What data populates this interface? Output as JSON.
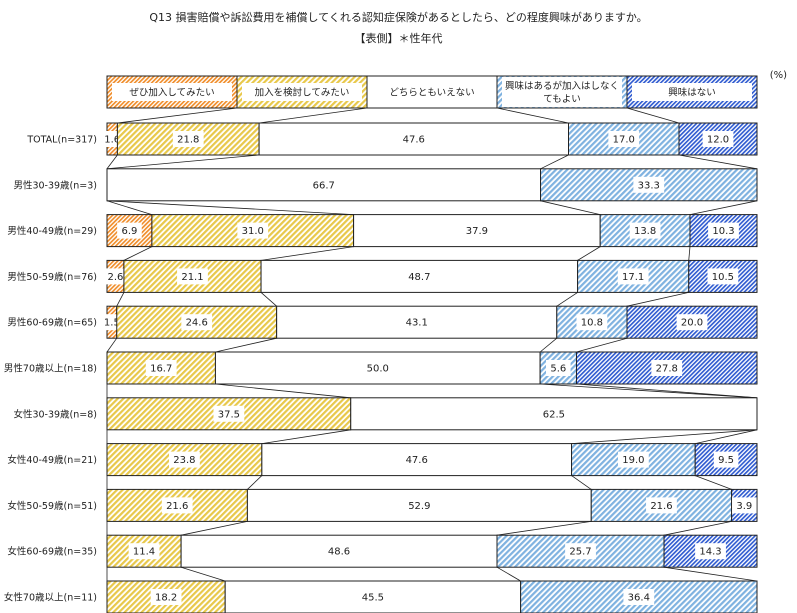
{
  "title": "Q13 損害賠償や訴訟費用を補償してくれる認知症保険があるとしたら、どの程度興味がありますか。",
  "subtitle": "【表側】＊性年代",
  "chart_data": {
    "type": "bar",
    "orientation": "horizontal",
    "stacked": "100%",
    "unit": "(%)",
    "legend_position": "top",
    "categories": [
      "TOTAL(n=317)",
      "男性30-39歳(n=3)",
      "男性40-49歳(n=29)",
      "男性50-59歳(n=76)",
      "男性60-69歳(n=65)",
      "男性70歳以上(n=18)",
      "女性30-39歳(n=8)",
      "女性40-49歳(n=21)",
      "女性50-59歳(n=51)",
      "女性60-69歳(n=35)",
      "女性70歳以上(n=11)"
    ],
    "series": [
      {
        "name": "ぜひ加入してみたい",
        "color": "#f08c28",
        "pattern": "dense-hatch",
        "values": [
          1.6,
          0,
          6.9,
          2.6,
          1.5,
          0,
          0,
          0,
          0,
          0,
          0
        ]
      },
      {
        "name": "加入を検討してみたい",
        "color": "#e8c84a",
        "pattern": "hatch",
        "values": [
          21.8,
          0,
          31.0,
          21.1,
          24.6,
          16.7,
          37.5,
          23.8,
          21.6,
          11.4,
          18.2
        ]
      },
      {
        "name": "どちらともいえない",
        "color": "#ffffff",
        "pattern": "solid",
        "values": [
          47.6,
          66.7,
          37.9,
          48.7,
          43.1,
          50.0,
          62.5,
          47.6,
          52.9,
          48.6,
          45.5
        ]
      },
      {
        "name": "興味はあるが加入はしなくてもよい",
        "name_lines": [
          "興味はあるが加入はしなく",
          "てもよい"
        ],
        "color": "#7fb2e0",
        "pattern": "hatch",
        "values": [
          17.0,
          33.3,
          13.8,
          17.1,
          10.8,
          5.6,
          0,
          19.0,
          21.6,
          25.7,
          36.4
        ]
      },
      {
        "name": "興味はない",
        "color": "#2e5ad0",
        "pattern": "dense-hatch",
        "values": [
          12.0,
          0,
          10.3,
          10.5,
          20.0,
          27.8,
          0,
          9.5,
          3.9,
          14.3,
          0
        ]
      }
    ]
  }
}
